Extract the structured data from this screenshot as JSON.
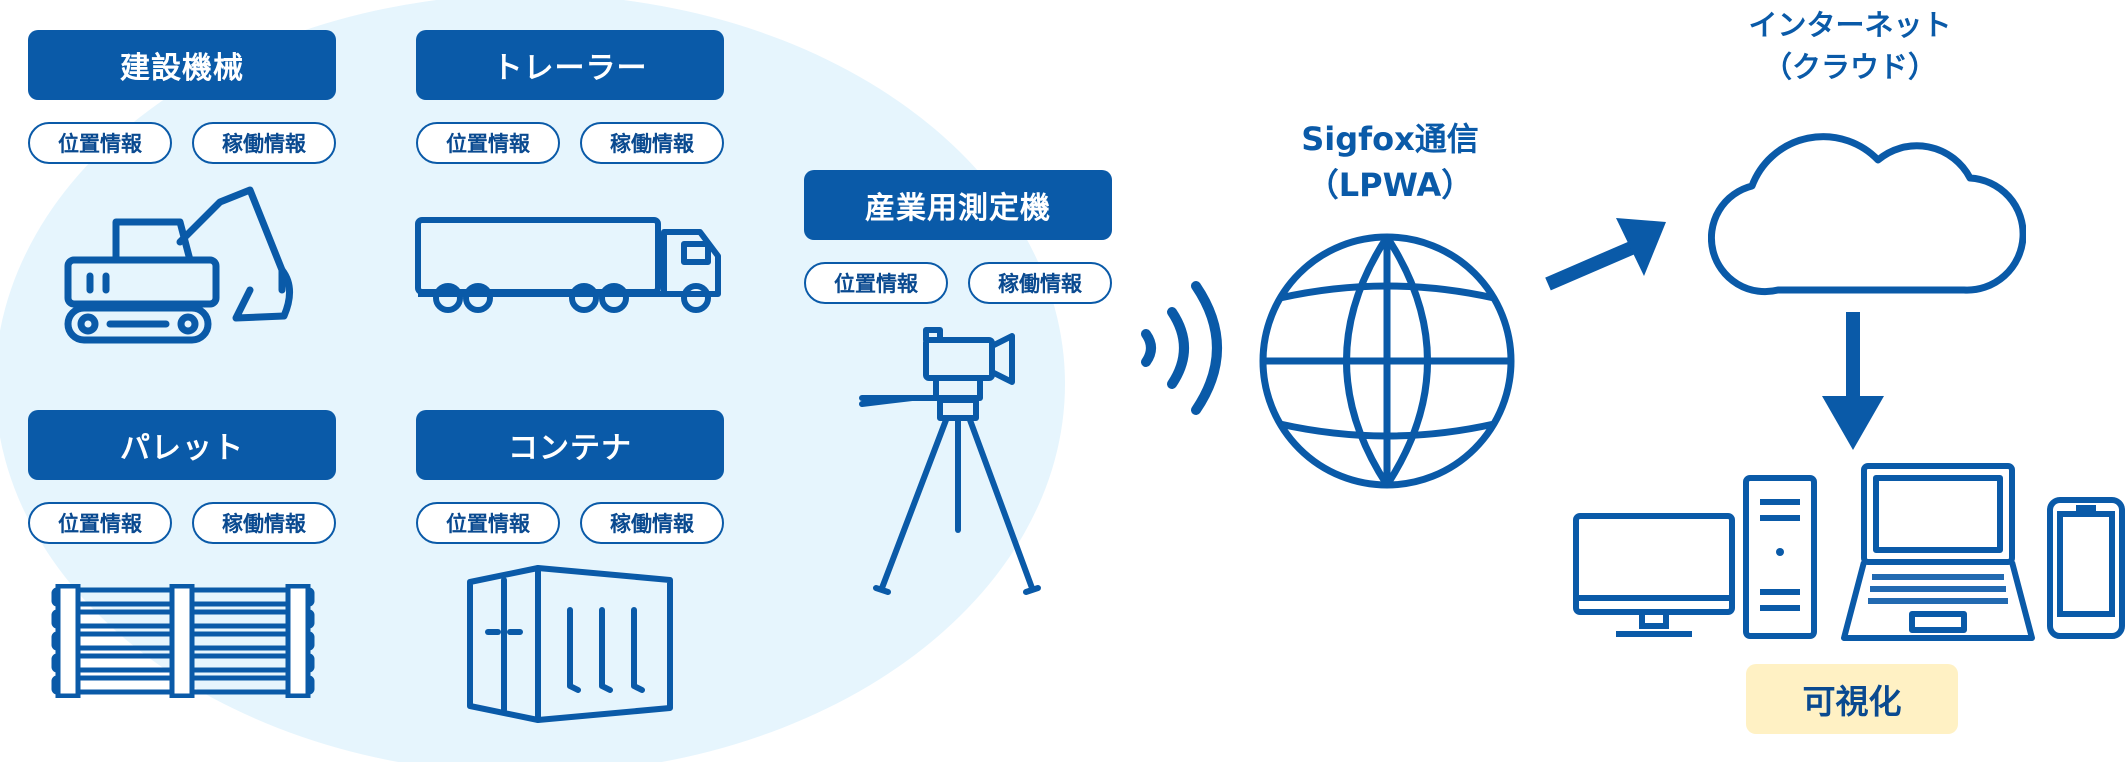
{
  "devices": [
    {
      "id": "construction",
      "title": "建設機械",
      "tags": [
        "位置情報",
        "稼働情報"
      ]
    },
    {
      "id": "trailer",
      "title": "トレーラー",
      "tags": [
        "位置情報",
        "稼働情報"
      ]
    },
    {
      "id": "pallet",
      "title": "パレット",
      "tags": [
        "位置情報",
        "稼働情報"
      ]
    },
    {
      "id": "container",
      "title": "コンテナ",
      "tags": [
        "位置情報",
        "稼働情報"
      ]
    },
    {
      "id": "survey",
      "title": "産業用測定機",
      "tags": [
        "位置情報",
        "稼働情報"
      ]
    }
  ],
  "network": {
    "line1": "Sigfox通信",
    "line2": "（LPWA）"
  },
  "cloud": {
    "line1": "インターネット",
    "line2": "（クラウド）"
  },
  "output": {
    "label": "可視化"
  },
  "colors": {
    "primary": "#0a5aa8",
    "ellipse": "#e6f5fd",
    "badge": "#fff1c4"
  },
  "icons": [
    "excavator-icon",
    "truck-icon",
    "pallet-icon",
    "container-icon",
    "tripod-camera-icon",
    "signal-waves-icon",
    "globe-icon",
    "cloud-icon",
    "monitor-icon",
    "tower-pc-icon",
    "laptop-icon",
    "smartphone-icon",
    "arrow-icon"
  ]
}
